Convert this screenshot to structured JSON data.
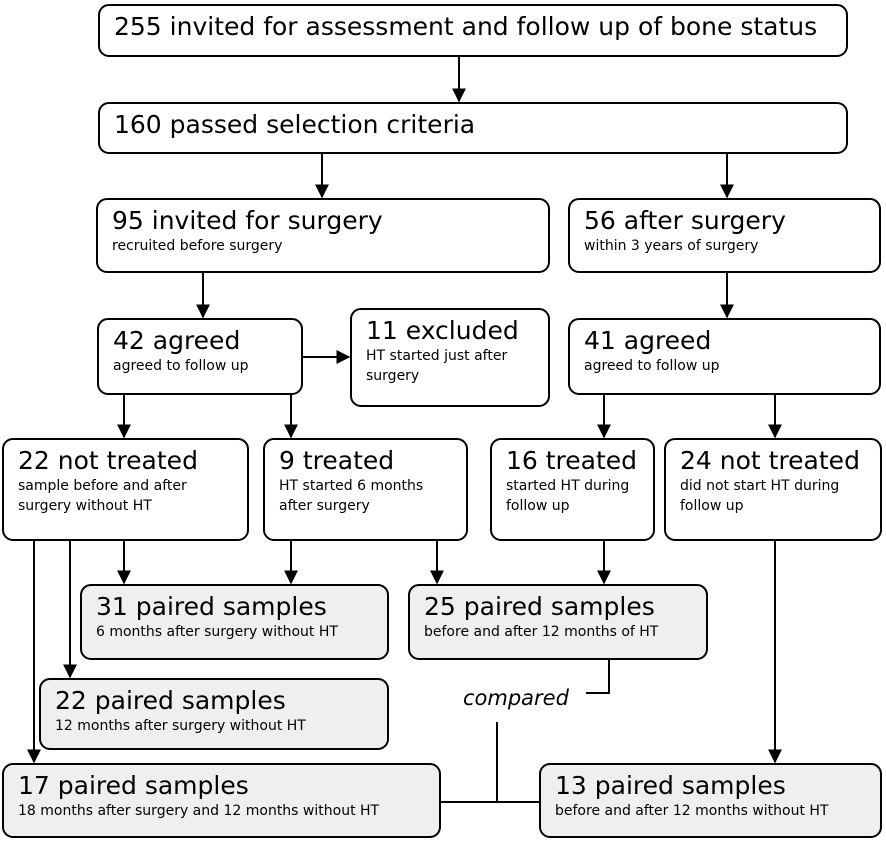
{
  "boxes": {
    "invited": {
      "title": "255 invited for assessment and follow up of bone status"
    },
    "passed": {
      "title": "160 passed selection criteria"
    },
    "surgery_invited": {
      "title": "95 invited for surgery",
      "subtitle": "recruited before surgery"
    },
    "after_surgery": {
      "title": "56 after surgery",
      "subtitle": "within 3 years of surgery"
    },
    "agreed_left": {
      "title": "42 agreed",
      "subtitle": "agreed to follow up"
    },
    "excluded": {
      "title": "11 excluded",
      "subtitle": "HT started  just after surgery"
    },
    "agreed_right": {
      "title": "41 agreed",
      "subtitle": "agreed to follow up"
    },
    "not_treated_left": {
      "title": "22 not treated",
      "subtitle": "sample before and after surgery without HT"
    },
    "treated_9": {
      "title": "9 treated",
      "subtitle": "HT started 6 months after surgery"
    },
    "treated_16": {
      "title": "16 treated",
      "subtitle": "started HT during follow up"
    },
    "not_treated_right": {
      "title": "24 not treated",
      "subtitle": "did not start HT during follow up"
    },
    "paired_31": {
      "title": "31 paired samples",
      "subtitle": "6 months after surgery without HT"
    },
    "paired_25": {
      "title": "25 paired samples",
      "subtitle": "before and after 12 months of HT"
    },
    "paired_22": {
      "title": "22 paired samples",
      "subtitle": "12 months after surgery without HT"
    },
    "paired_17": {
      "title": "17 paired samples",
      "subtitle": "18 months after surgery and 12 months without HT"
    },
    "paired_13": {
      "title": "13 paired samples",
      "subtitle": "before and after 12 months without HT"
    }
  },
  "labels": {
    "compared": "compared"
  }
}
